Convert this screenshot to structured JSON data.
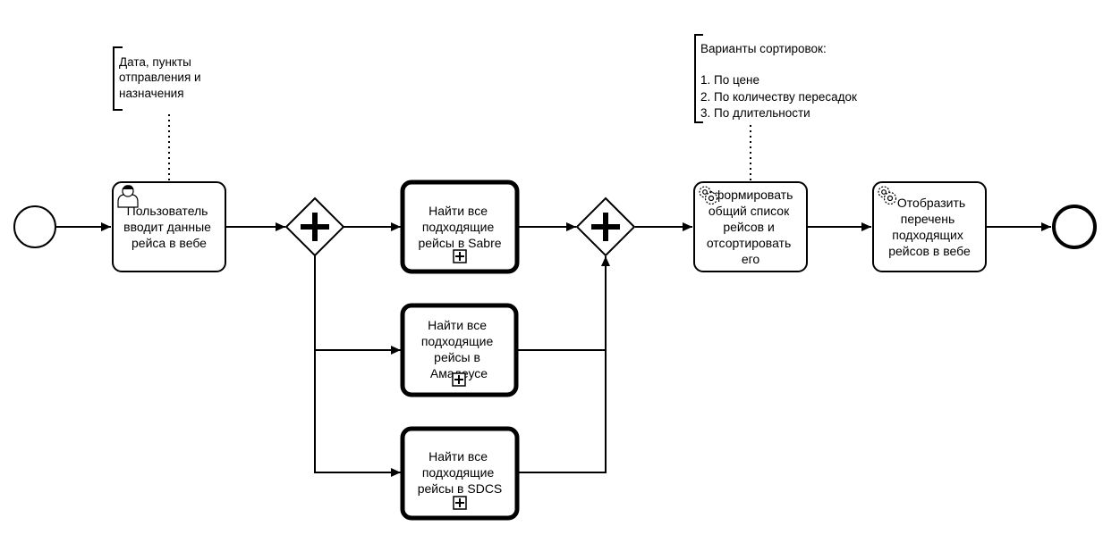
{
  "colors": {
    "stroke": "#000000",
    "fill": "#ffffff"
  },
  "annotations": {
    "input_note": {
      "lines": [
        "Дата, пункты",
        "отправления и",
        "назначения"
      ]
    },
    "sort_note": {
      "lines": [
        "Варианты сортировок:",
        "",
        "1. По цене",
        "2. По количеству пересадок",
        "3. По длительности"
      ]
    }
  },
  "events": {
    "start": {
      "type": "start-event"
    },
    "end": {
      "type": "end-event"
    }
  },
  "tasks": {
    "user_input": {
      "kind": "user-task",
      "icon": "user-icon",
      "lines": [
        "Пользователь",
        "вводит данные",
        "рейса в вебе"
      ]
    },
    "find_sabre": {
      "kind": "call-activity",
      "icon": "collapsed-subprocess-marker-icon",
      "lines": [
        "Найти все",
        "подходящие",
        "рейсы в Sabre"
      ]
    },
    "find_amadeus": {
      "kind": "call-activity",
      "icon": "collapsed-subprocess-marker-icon",
      "lines": [
        "Найти все",
        "подходящие",
        "рейсы в",
        "Амадеусе"
      ]
    },
    "find_sdcs": {
      "kind": "call-activity",
      "icon": "collapsed-subprocess-marker-icon",
      "lines": [
        "Найти все",
        "подходящие",
        "рейсы в SDCS"
      ]
    },
    "form_list": {
      "kind": "service-task",
      "icon": "gears-icon",
      "lines": [
        "Сформировать",
        "общий список",
        "рейсов и",
        "отсортировать",
        "его"
      ]
    },
    "show_list": {
      "kind": "service-task",
      "icon": "gears-icon",
      "lines": [
        "Отобразить",
        "перечень",
        "подходящих",
        "рейсов в вебе"
      ]
    }
  },
  "gateways": {
    "split": {
      "type": "parallel-gateway",
      "icon": "plus-icon"
    },
    "join": {
      "type": "parallel-gateway",
      "icon": "plus-icon"
    }
  }
}
